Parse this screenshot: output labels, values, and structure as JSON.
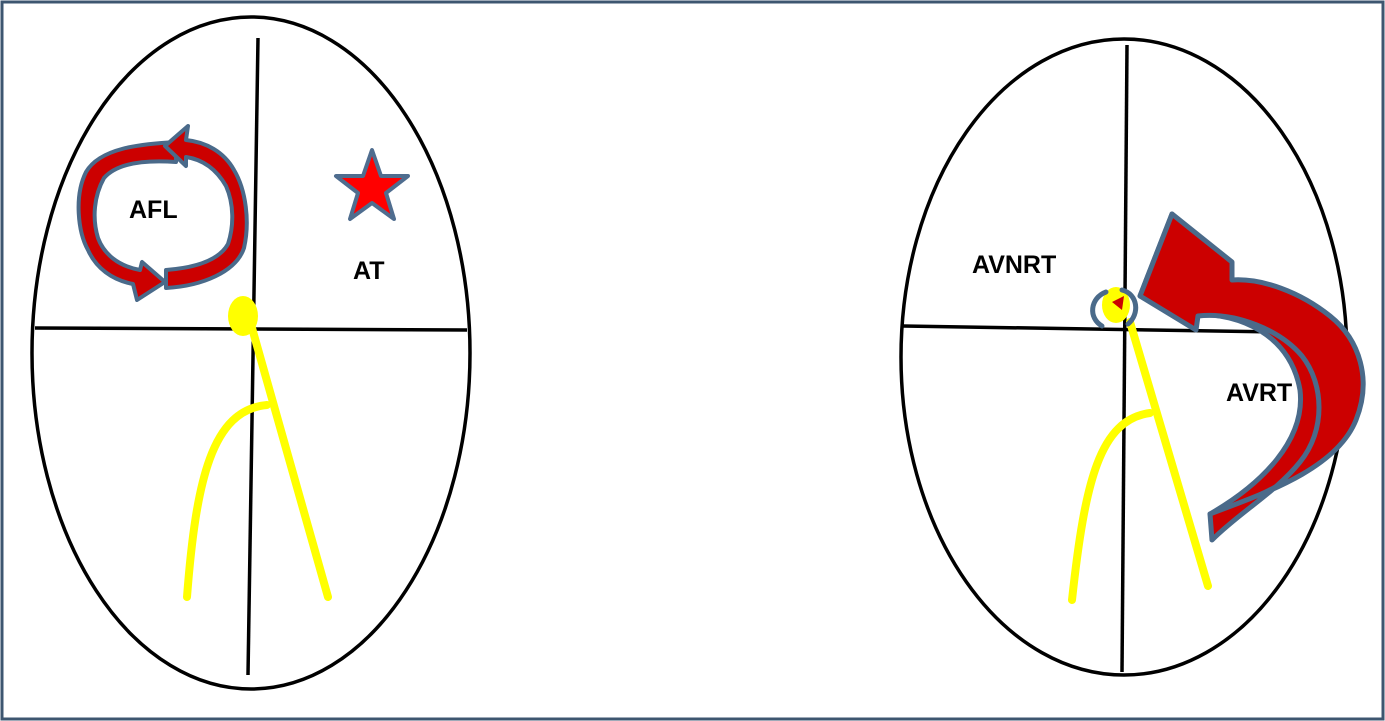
{
  "left_diagram": {
    "labels": {
      "afl": "AFL",
      "at": "AT"
    }
  },
  "right_diagram": {
    "labels": {
      "avnrt": "AVNRT",
      "avrt": "AVRT"
    }
  },
  "colors": {
    "frame_border": "#3d5670",
    "outline": "#000000",
    "conduction": "#ffff00",
    "arrow_fill": "#cc0000",
    "arrow_stroke": "#4a6a8a",
    "star_fill": "#ff0000",
    "star_stroke": "#4f6d8f"
  }
}
